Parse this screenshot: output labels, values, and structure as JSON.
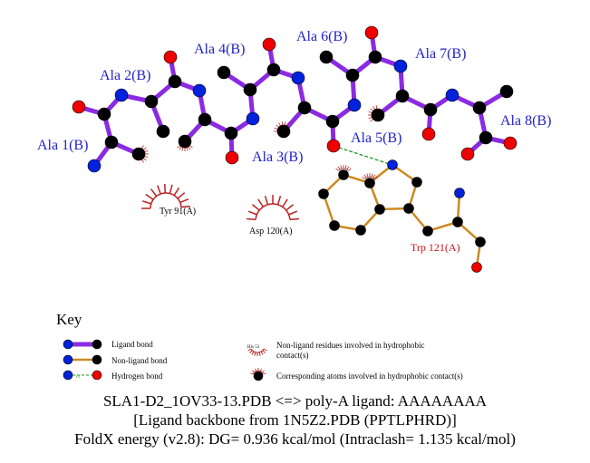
{
  "ligand_residues": [
    "Ala 1(B)",
    "Ala 2(B)",
    "Ala 3(B)",
    "Ala 4(B)",
    "Ala 5(B)",
    "Ala 6(B)",
    "Ala 7(B)",
    "Ala 8(B)"
  ],
  "hydrophobic_residues": [
    "Tyr 91(A)",
    "Asp 120(A)"
  ],
  "hbond_residue": "Trp 121(A)",
  "key": {
    "title": "Key",
    "ligand_bond": "Ligand bond",
    "nonligand_bond": "Non-ligand bond",
    "hydrogen_bond": "Hydrogen bond",
    "hbond_distance_sample": "3.0",
    "sample_residue": "His 53",
    "nonligand_hydrophobic_1": "Non-ligand residues involved in hydrophobic",
    "nonligand_hydrophobic_2": "contact(s)",
    "corresponding_atoms": "Corresponding atoms involved in hydrophobic contact(s)"
  },
  "caption": {
    "line1": "SLA1-D2_1OV33-13.PDB <=> poly-A ligand: AAAAAAAA",
    "line2": "[Ligand backbone from 1N5Z2.PDB (PPTLPHRD)]",
    "line3": "FoldX energy (v2.8): DG= 0.936 kcal/mol (Intraclash= 1.135 kcal/mol)"
  },
  "colors": {
    "ligand_bond": "#8a2be2",
    "nonligand_bond": "#cc8a22",
    "hbond": "#229922",
    "oxygen": "#ee0000",
    "nitrogen": "#0022dd",
    "carbon": "#000000",
    "hydrophobic": "#bb2222"
  }
}
